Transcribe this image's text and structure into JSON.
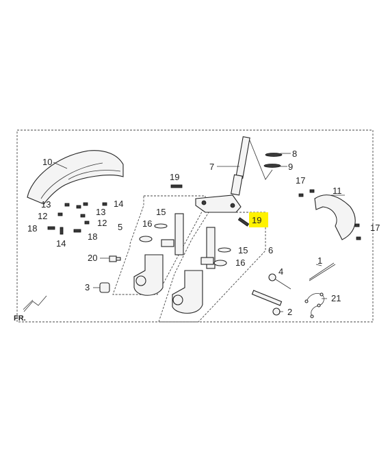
{
  "labels": {
    "l1": "1",
    "l2": "2",
    "l3": "3",
    "l4": "4",
    "l5": "5",
    "l6": "6",
    "l7": "7",
    "l8": "8",
    "l9": "9",
    "l10": "10",
    "l11": "11",
    "l12a": "12",
    "l12b": "12",
    "l13a": "13",
    "l13b": "13",
    "l14a": "14",
    "l14b": "14",
    "l15a": "15",
    "l15b": "15",
    "l16a": "16",
    "l16b": "16",
    "l17a": "17",
    "l17b": "17",
    "l18a": "18",
    "l18b": "18",
    "l19a": "19",
    "l19b": "19",
    "l20": "20",
    "l21": "21",
    "fr": "FR."
  },
  "highlight": {
    "color": "#fff200"
  }
}
